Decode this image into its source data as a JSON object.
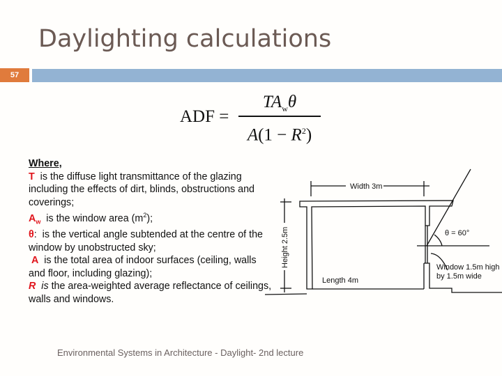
{
  "slide": {
    "title": "Daylighting calculations",
    "number": "57",
    "colors": {
      "number_box": "#e07b3c",
      "bar": "#93b3d3",
      "title": "#6b5a54",
      "highlight": "#e0141b"
    }
  },
  "formula": {
    "lhs": "ADF =",
    "numerator_T": "T",
    "numerator_A": "A",
    "numerator_sub": "w",
    "numerator_theta": "θ",
    "denominator_A": "A",
    "denominator_paren_open": "(1 − ",
    "denominator_R": "R",
    "denominator_sup": "2",
    "denominator_paren_close": ")"
  },
  "definitions": {
    "heading": "Where,",
    "items": [
      {
        "symbol": "T",
        "text": "  is the diffuse light transmittance of the glazing including the effects of dirt, blinds, obstructions and coverings;"
      },
      {
        "symbol": "A",
        "symbol_sub": "w",
        "text_before_sup": "  is the window area (m",
        "sup": "2",
        "text_after_sup": ");"
      },
      {
        "symbol": "θ",
        "symbol_suffix": ":",
        "text": "  is the vertical angle subtended at the centre of the window by unobstructed sky;"
      },
      {
        "symbol": "A",
        "text": "  is the total area of indoor surfaces (ceiling, walls and floor, including glazing);"
      },
      {
        "symbol": "R",
        "italic_word": "is",
        "text": " the area-weighted average reflectance of ceilings, walls and windows."
      }
    ]
  },
  "diagram": {
    "width_label": "Width 3m",
    "height_label": "Height 2.5m",
    "length_label": "Length 4m",
    "angle_label": "θ = 60°",
    "window_label_line1": "Window 1.5m high",
    "window_label_line2": "by 1.5m wide"
  },
  "footer": {
    "text": "Environmental Systems in Architecture - Daylight- 2nd lecture"
  }
}
